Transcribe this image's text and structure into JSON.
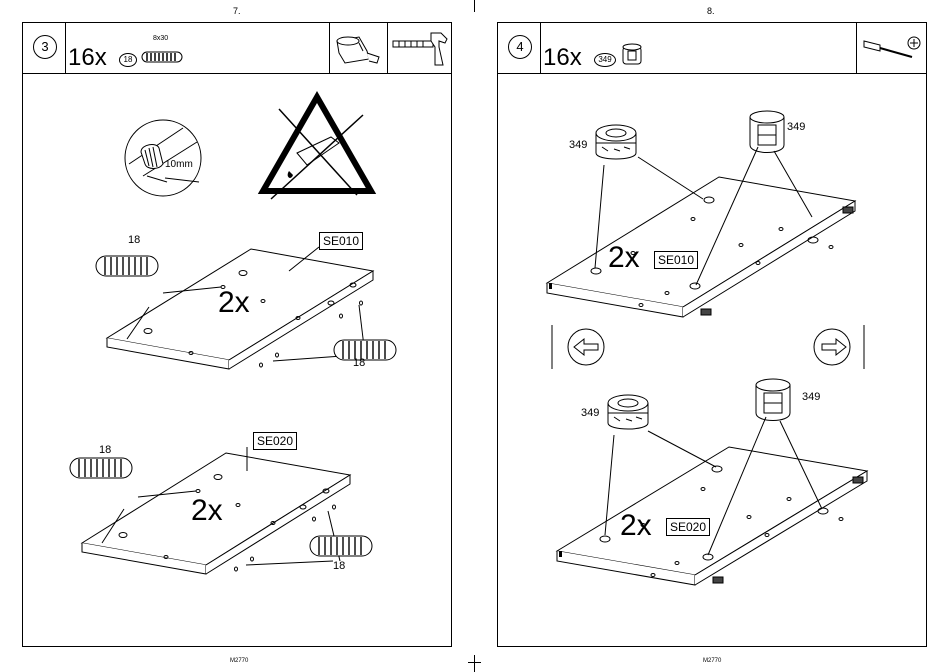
{
  "pages": [
    {
      "page_number": "7.",
      "step": "3",
      "quantity": "16x",
      "part": "18",
      "part_size": "8x30",
      "measure": "10mm",
      "callouts": [
        "18",
        "18",
        "18",
        "18"
      ],
      "panels": [
        {
          "code": "SE010",
          "count": "2x"
        },
        {
          "code": "SE020",
          "count": "2x"
        }
      ],
      "footer": "M2770",
      "icons": [
        "dowel-icon",
        "glue-bottle-icon",
        "hammer-icon",
        "no-glue-warning-icon"
      ]
    },
    {
      "page_number": "8.",
      "step": "4",
      "quantity": "16x",
      "part": "349",
      "callouts": [
        "349",
        "349",
        "349",
        "349"
      ],
      "panels": [
        {
          "code": "SE010",
          "count": "2x"
        },
        {
          "code": "SE020",
          "count": "2x"
        }
      ],
      "footer": "M2770",
      "icons": [
        "cam-lock-icon",
        "screwdriver-icon",
        "rotate-left-icon",
        "rotate-right-icon"
      ]
    }
  ]
}
